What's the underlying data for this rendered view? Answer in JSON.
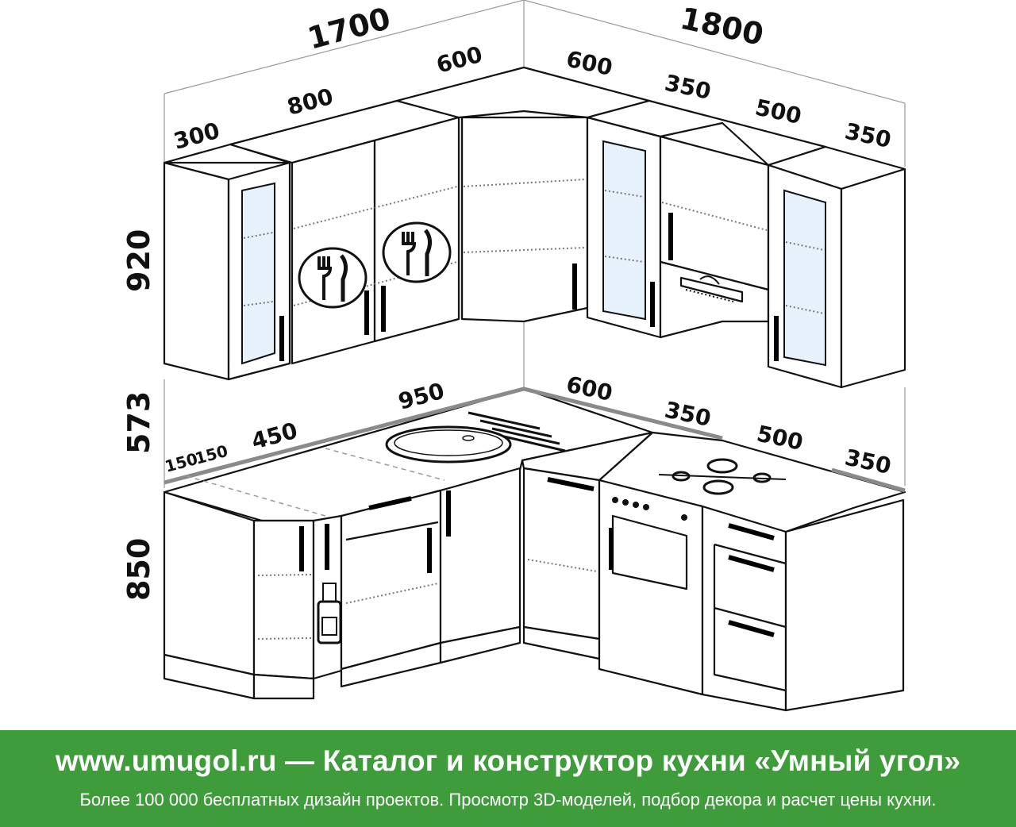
{
  "dimensions": {
    "top_left_total": "1700",
    "top_right_total": "1800",
    "upper_left_300": "300",
    "upper_left_800": "800",
    "upper_corner_left_600": "600",
    "upper_corner_right_600": "600",
    "upper_right_350a": "350",
    "upper_right_500": "500",
    "upper_right_350b": "350",
    "height_upper": "920",
    "height_gap": "573",
    "height_lower": "850",
    "lower_150a": "150",
    "lower_150b": "150",
    "lower_450": "450",
    "lower_950": "950",
    "lower_600": "600",
    "lower_350a": "350",
    "lower_500": "500",
    "lower_350b": "350"
  },
  "icons": [
    "cutlery-plate-icon",
    "cutlery-plate-icon",
    "bottle-icon",
    "cooker-hood",
    "gas-hob",
    "round-sink",
    "oven"
  ],
  "colors": {
    "glass": "#e6f1fb",
    "footer_bg": "#3e9c3b",
    "countertop_edge": "#8a8a8a"
  },
  "footer": {
    "title": "www.umugol.ru — Каталог и конструктор кухни «Умный угол»",
    "subtitle": "Более 100 000 бесплатных дизайн проектов. Просмотр 3D-моделей, подбор декора и расчет цены кухни."
  }
}
